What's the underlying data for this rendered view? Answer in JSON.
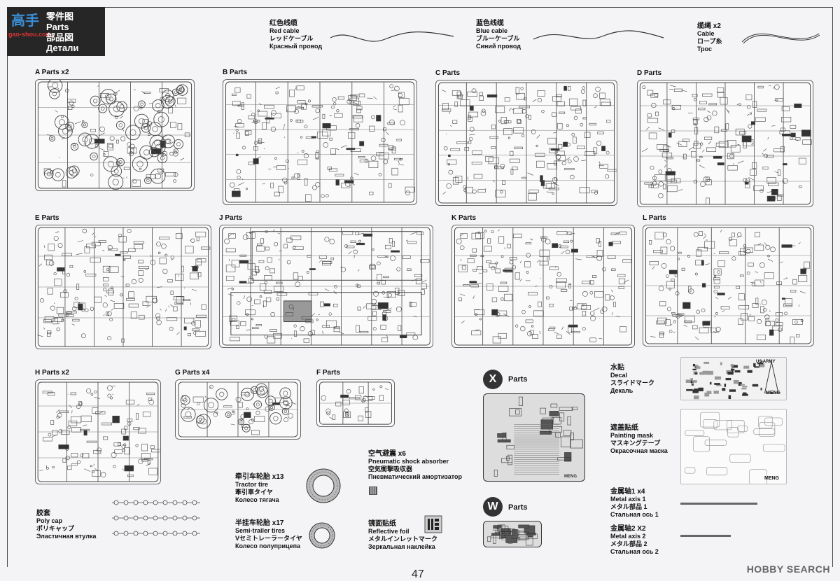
{
  "header": {
    "zh": "零件图",
    "en": "Parts",
    "ja": "部品図",
    "ru": "Детали",
    "logo_text": "高手",
    "logo_sub": "gao-shou.com"
  },
  "cables": [
    {
      "zh": "红色线缆",
      "en": "Red cable",
      "ja": "レッドケーブル",
      "ru": "Красный провод"
    },
    {
      "zh": "蓝色线缆",
      "en": "Blue cable",
      "ja": "ブルーケーブル",
      "ru": "Синий провод"
    },
    {
      "zh": "缆绳 x2",
      "en": "Cable",
      "ja": "ロープ糸",
      "ru": "Трос"
    }
  ],
  "sprues": {
    "A": "A Parts x2",
    "B": "B Parts",
    "C": "C Parts",
    "D": "D Parts",
    "E": "E Parts",
    "J": "J Parts",
    "K": "K Parts",
    "L": "L Parts",
    "H": "H Parts x2",
    "G": "G Parts x4",
    "F": "F Parts"
  },
  "etch": {
    "x_letter": "X",
    "x_label": "Parts",
    "w_letter": "W",
    "w_label": "Parts",
    "meng_mark": "MENG"
  },
  "decal": {
    "zh": "水贴",
    "en": "Decal",
    "ja": "スライドマーク",
    "ru": "Декаль",
    "sheet_text": "US ARMY",
    "sheet_logo": "MENG"
  },
  "mask": {
    "zh": "遮盖贴纸",
    "en": "Painting mask",
    "ja": "マスキングテープ",
    "ru": "Окрасочная маска",
    "logo": "MENG"
  },
  "shock": {
    "zh": "空气避震 x6",
    "en": "Pneumatic shock absorber",
    "ja": "空気衝撃吸収器",
    "ru": "Пневматический амортизатор"
  },
  "tractor_tire": {
    "zh": "牵引车轮胎 x13",
    "en": "Tractor tire",
    "ja": "牽引車タイヤ",
    "ru": "Колесо тягача"
  },
  "semi_tire": {
    "zh": "半挂车轮胎 x17",
    "en": "Semi-trailer tires",
    "ja": "Vセミトレーラータイヤ",
    "ru": "Колесо полуприцепа"
  },
  "poly_cap": {
    "zh": "胶套",
    "en": "Poly cap",
    "ja": "ポリキャップ",
    "ru": "Эластичная втулка"
  },
  "foil": {
    "zh": "镜面贴纸",
    "en": "Reflective foil",
    "ja": "メタルインレットマーク",
    "ru": "Зеркальная наклейка"
  },
  "axis1": {
    "zh": "金属轴1 x4",
    "en": "Metal axis 1",
    "ja": "メタル部品 1",
    "ru": "Стальная ось 1"
  },
  "axis2": {
    "zh": "金属轴2 X2",
    "en": "Metal axis 2",
    "ja": "メタル部品 2",
    "ru": "Стальная ось 2"
  },
  "page_number": "47",
  "watermark": "HOBBY SEARCH"
}
